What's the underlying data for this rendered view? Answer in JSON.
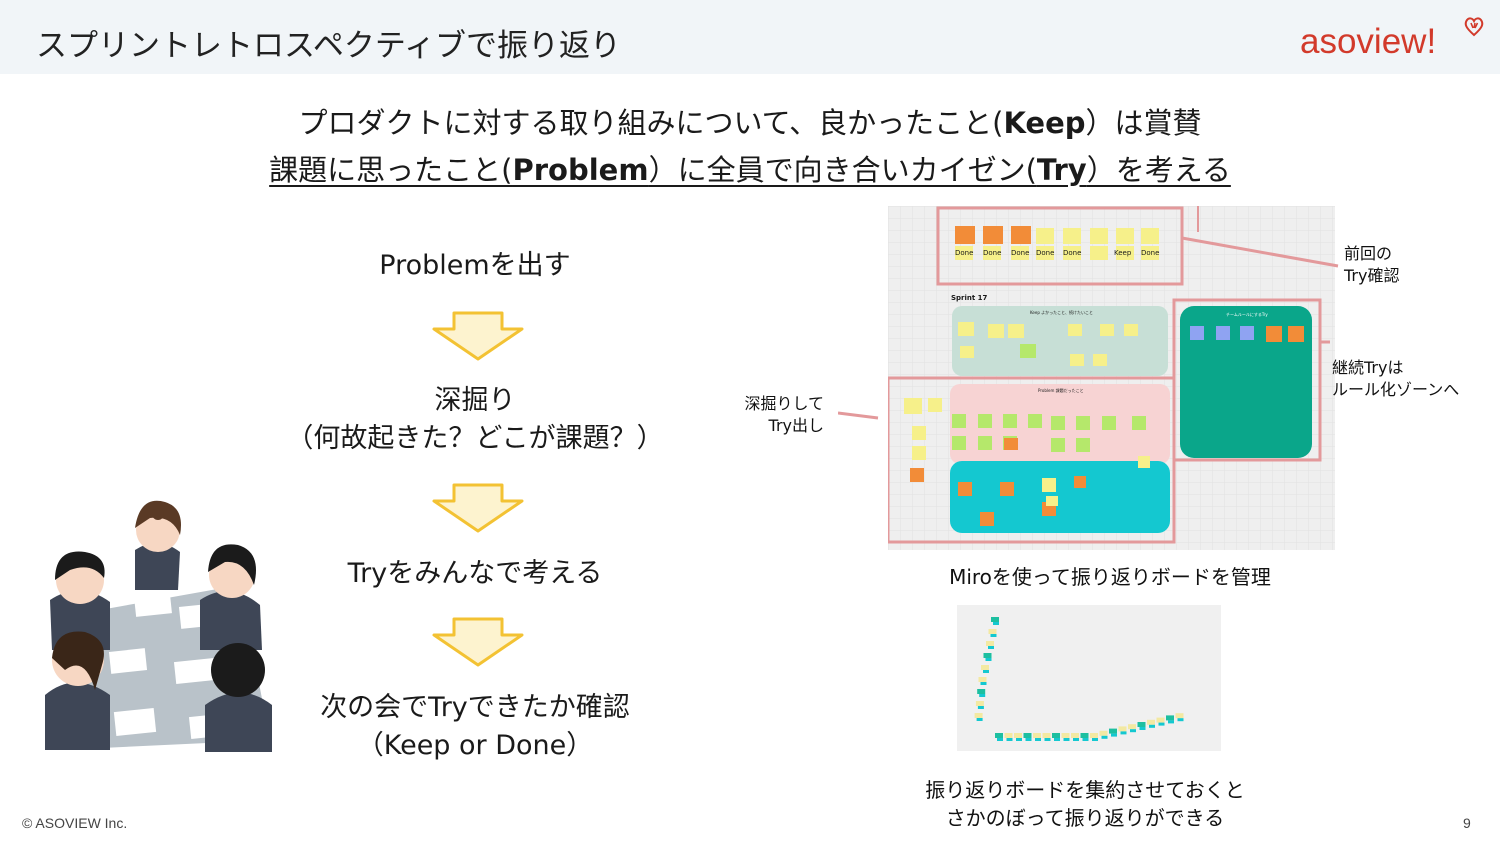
{
  "header": {
    "title": "スプリントレトロスペクティブで振り返り",
    "logo_text": "asoview!"
  },
  "lead": {
    "line1_pre": "プロダクトに対する取り組みについて、良かったこと(",
    "line1_bold": "Keep",
    "line1_post": "）は賞賛",
    "line2_a": "課題に思ったこと(",
    "line2_b": "Problem",
    "line2_c": "）に全員で向き合いカイゼン(",
    "line2_d": "Try",
    "line2_e": "）を考える"
  },
  "steps": {
    "s1": "Problemを出す",
    "s2_line1": "深掘り",
    "s2_line2": "（何故起きた？どこが課題？）",
    "s3": "Tryをみんなで考える",
    "s4_line1": "次の会でTryできたか確認",
    "s4_line2": "（Keep or Done）"
  },
  "board": {
    "sprint_label": "Sprint 17",
    "done_labels": [
      "Done",
      "Done",
      "Done",
      "Done",
      "Done",
      "Keep",
      "Done"
    ],
    "keep_header": "Keep よかったこと、続けたいこと",
    "problem_header": "Problem 課題だったこと",
    "rules_header": "チームルールにするTry"
  },
  "annotations": {
    "prev_try_l1": "前回の",
    "prev_try_l2": "Try確認",
    "continue_l1": "継続Tryは",
    "continue_l2": "ルール化ゾーンへ",
    "dig_l1": "深掘りして",
    "dig_l2": "Try出し"
  },
  "captions": {
    "miro": "Miroを使って振り返りボードを管理",
    "collect_l1": "振り返りボードを集約させておくと",
    "collect_l2": "さかのぼって振り返りができる"
  },
  "footer": {
    "copyright": "© ASOVIEW Inc.",
    "page": "9"
  },
  "colors": {
    "accent_red": "#d23a2b",
    "arrow_yellow": "#f3c233",
    "arrow_fill": "#fdf3cf",
    "annotation_line": "#e3999b"
  }
}
